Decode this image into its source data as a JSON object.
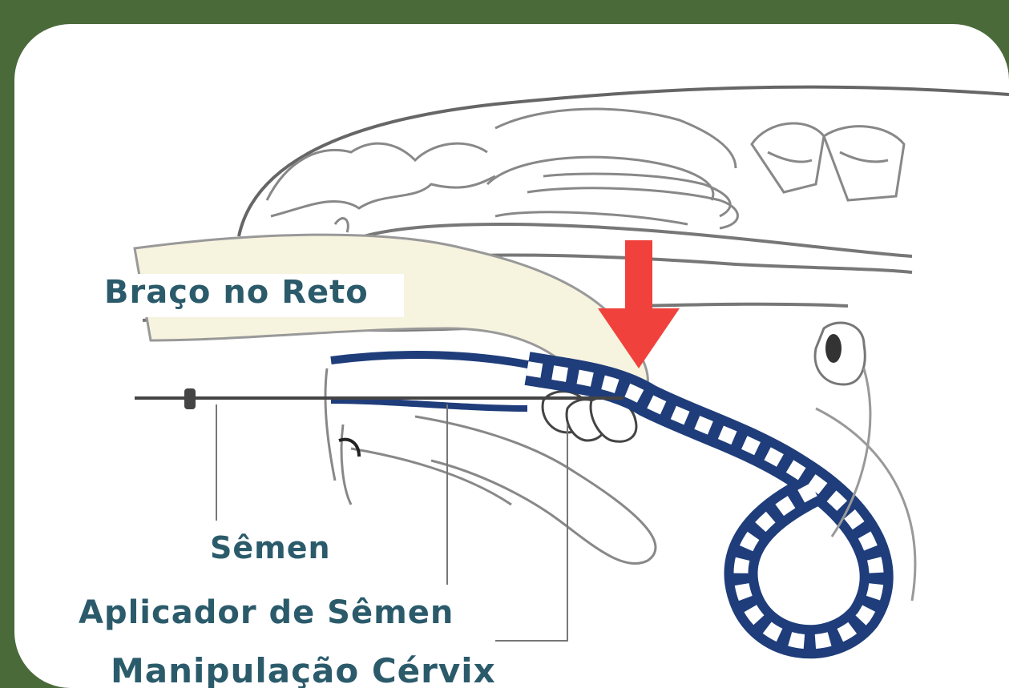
{
  "labels": {
    "arm_in_rectum": "Braço no Reto",
    "semen": "Sêmen",
    "semen_applicator": "Aplicador de Sêmen",
    "cervix_manipulation": "Manipulação Cérvix"
  },
  "colors": {
    "background": "#4a6a3a",
    "card": "#ffffff",
    "label_text": "#2b5b6b",
    "tract_blue": "#1f3d7a",
    "arrow_red": "#f0413c",
    "arm_fill": "#f6f3df",
    "outline": "#888888"
  },
  "icons": {
    "pointer": "red-arrow-icon"
  }
}
